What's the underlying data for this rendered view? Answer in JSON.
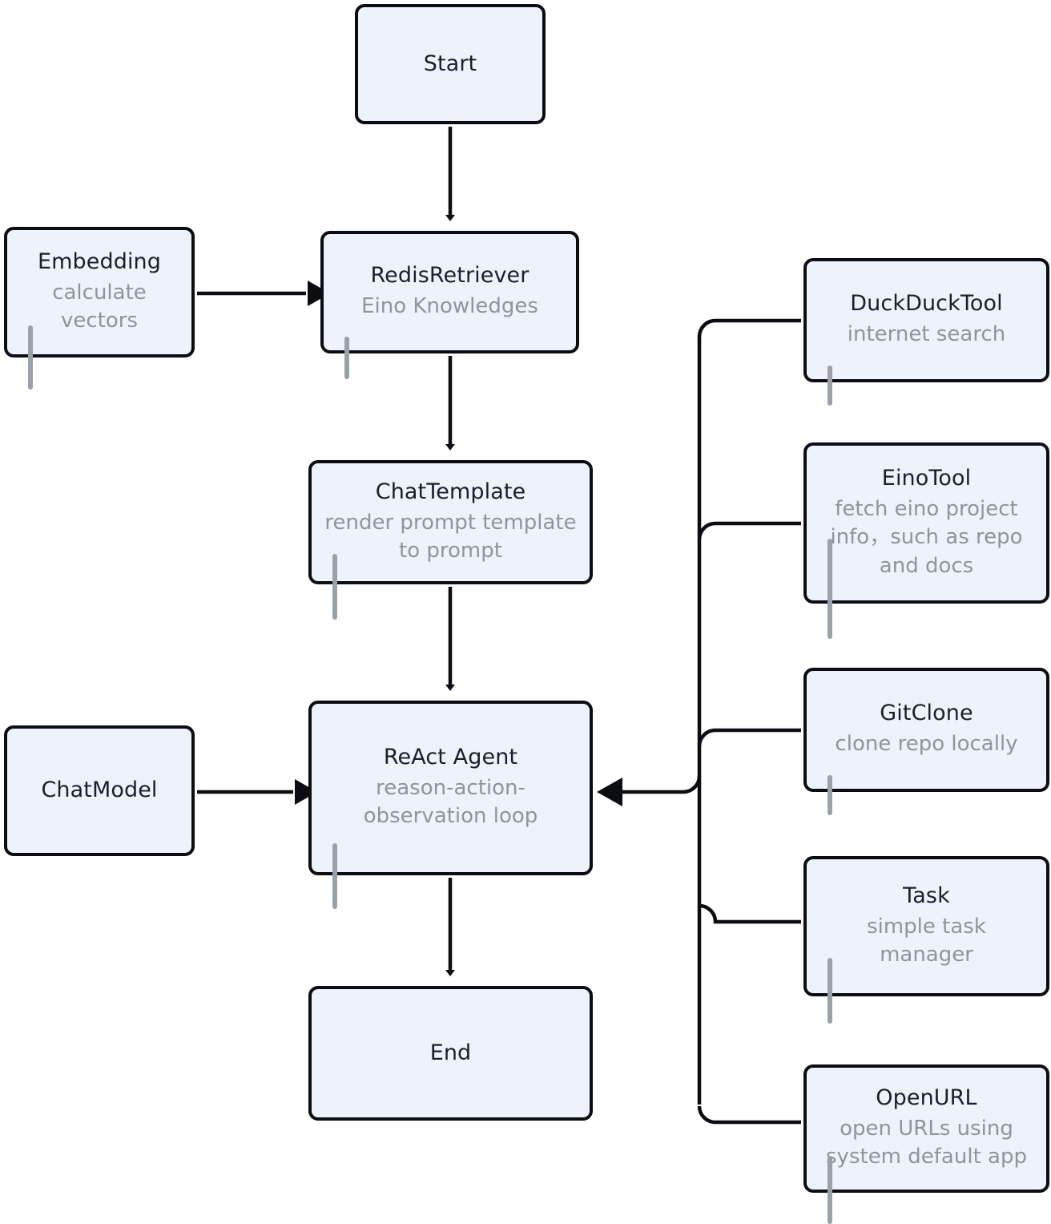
{
  "diagram": {
    "type": "flowchart",
    "orientation": "top-to-bottom with side attachments",
    "colors": {
      "node_fill": "#eef2fa",
      "node_border": "#0b0d12",
      "title_text": "#17202c",
      "subtitle_text": "#8d959e",
      "accent_bar": "#9aa1a9",
      "edge": "#0b0d12",
      "background": "#ffffff"
    },
    "nodes": {
      "start": {
        "title": "Start",
        "subtitle": ""
      },
      "embedding": {
        "title": "Embedding",
        "subtitle": "calculate vectors"
      },
      "redis": {
        "title": "RedisRetriever",
        "subtitle": "Eino Knowledges"
      },
      "chattpl": {
        "title": "ChatTemplate",
        "subtitle": "render prompt template to prompt"
      },
      "react": {
        "title": "ReAct Agent",
        "subtitle": "reason-action-observation loop"
      },
      "chatmodel": {
        "title": "ChatModel",
        "subtitle": ""
      },
      "end": {
        "title": "End",
        "subtitle": ""
      },
      "duckduck": {
        "title": "DuckDuckTool",
        "subtitle": "internet search"
      },
      "einotool": {
        "title": "EinoTool",
        "subtitle": "fetch eino project info，such as repo and docs"
      },
      "gitclone": {
        "title": "GitClone",
        "subtitle": "clone repo locally"
      },
      "task": {
        "title": "Task",
        "subtitle": "simple task manager"
      },
      "openurl": {
        "title": "OpenURL",
        "subtitle": "open URLs using system default app"
      }
    },
    "edges": [
      {
        "from": "start",
        "to": "redis",
        "style": "arrow-down"
      },
      {
        "from": "embedding",
        "to": "redis",
        "style": "arrow-right"
      },
      {
        "from": "redis",
        "to": "chattpl",
        "style": "arrow-down"
      },
      {
        "from": "chattpl",
        "to": "react",
        "style": "arrow-down"
      },
      {
        "from": "chatmodel",
        "to": "react",
        "style": "arrow-right"
      },
      {
        "from": "react",
        "to": "end",
        "style": "arrow-down"
      },
      {
        "from": "duckduck",
        "to": "react",
        "style": "bus-arrow-left"
      },
      {
        "from": "einotool",
        "to": "react",
        "style": "bus-arrow-left"
      },
      {
        "from": "gitclone",
        "to": "react",
        "style": "bus-arrow-left"
      },
      {
        "from": "task",
        "to": "react",
        "style": "bus-arrow-left"
      },
      {
        "from": "openurl",
        "to": "react",
        "style": "bus-arrow-left"
      }
    ]
  }
}
